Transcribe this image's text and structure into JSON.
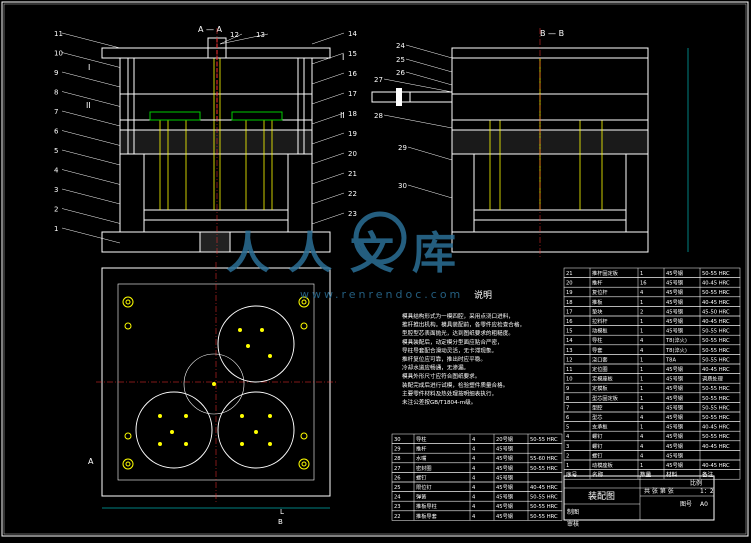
{
  "views": {
    "section_a": "A — A",
    "section_b": "B — B",
    "cut_i": "I",
    "cut_ii": "II",
    "mark_a": "A",
    "mark_b": "B",
    "dim_l": "L"
  },
  "balloons_left": [
    "11",
    "10",
    "9",
    "8",
    "7",
    "6",
    "5",
    "4",
    "3",
    "2",
    "1"
  ],
  "balloons_right": [
    "14",
    "15",
    "16",
    "17",
    "18",
    "19",
    "20",
    "21",
    "22",
    "23"
  ],
  "balloons_top": [
    "12",
    "13"
  ],
  "balloons_view_b": [
    "24",
    "25",
    "26",
    "27",
    "28",
    "29",
    "30"
  ],
  "notes": {
    "title": "说明",
    "lines": [
      "模具结构形式为一模四腔，采用点浇口进料，",
      "推杆推出机构。模具装配前，各零件应检查合格，",
      "型腔型芯表面抛光，达到图纸要求的粗糙度。",
      "模具装配后，动定模分型面应贴合严密，",
      "导柱导套配合滑动灵活，无卡滞现象。",
      "推杆复位应可靠，推出时应平稳。",
      "冷却水道应畅通，无渗漏。",
      "模具外形尺寸应符合图纸要求。",
      "装配完成后进行试模，检验塑件质量合格。",
      "主要零件材料及热处理按明细表执行，",
      "未注公差按GB/T1804-m级。"
    ]
  },
  "bom": {
    "headers": [
      "序号",
      "名称",
      "数量",
      "材料",
      "备注"
    ],
    "rows_right": [
      [
        "21",
        "推杆固定板",
        "1",
        "45号钢",
        "50-55 HRC"
      ],
      [
        "20",
        "推杆",
        "16",
        "45号钢",
        "40-45 HRC"
      ],
      [
        "19",
        "复位杆",
        "4",
        "45号钢",
        "50-55 HRC"
      ],
      [
        "18",
        "推板",
        "1",
        "45号钢",
        "40-45 HRC"
      ],
      [
        "17",
        "垫块",
        "2",
        "45号钢",
        "45-50 HRC"
      ],
      [
        "16",
        "拉料杆",
        "1",
        "45号钢",
        "40-45 HRC"
      ],
      [
        "15",
        "动模板",
        "1",
        "45号钢",
        "50-55 HRC"
      ],
      [
        "14",
        "导柱",
        "4",
        "T8(淬火)",
        "50-55 HRC"
      ],
      [
        "13",
        "导套",
        "4",
        "T8(淬火)",
        "50-55 HRC"
      ],
      [
        "12",
        "浇口套",
        "1",
        "T8A",
        "50-55 HRC"
      ],
      [
        "11",
        "定位圈",
        "1",
        "45号钢",
        "40-45 HRC"
      ],
      [
        "10",
        "定模座板",
        "1",
        "45号钢",
        "调质处理"
      ],
      [
        "9",
        "定模板",
        "1",
        "45号钢",
        "50-55 HRC"
      ],
      [
        "8",
        "型芯固定板",
        "1",
        "45号钢",
        "50-55 HRC"
      ],
      [
        "7",
        "型腔",
        "4",
        "45号钢",
        "50-55 HRC"
      ],
      [
        "6",
        "型芯",
        "4",
        "45号钢",
        "50-55 HRC"
      ],
      [
        "5",
        "支承板",
        "1",
        "45号钢",
        "40-45 HRC"
      ],
      [
        "4",
        "螺钉",
        "4",
        "45号钢",
        "50-55 HRC"
      ],
      [
        "3",
        "螺钉",
        "4",
        "45号钢",
        "40-45 HRC"
      ],
      [
        "2",
        "螺钉",
        "4",
        "45号钢",
        ""
      ],
      [
        "1",
        "动模座板",
        "1",
        "45号钢",
        "40-45 HRC"
      ]
    ],
    "rows_left": [
      [
        "30",
        "导柱",
        "4",
        "20号钢",
        "50-55 HRC"
      ],
      [
        "29",
        "推杆",
        "4",
        "45号钢",
        ""
      ],
      [
        "28",
        "水嘴",
        "4",
        "45号钢",
        "55-60 HRC"
      ],
      [
        "27",
        "密封圈",
        "4",
        "45号钢",
        "50-55 HRC"
      ],
      [
        "26",
        "螺钉",
        "4",
        "45号钢",
        ""
      ],
      [
        "25",
        "限位钉",
        "4",
        "45号钢",
        "40-45 HRC"
      ],
      [
        "24",
        "弹簧",
        "4",
        "45号钢",
        "50-55 HRC"
      ],
      [
        "23",
        "推板导柱",
        "4",
        "45号钢",
        "50-55 HRC"
      ],
      [
        "22",
        "推板导套",
        "4",
        "45号钢",
        "50-55 HRC"
      ]
    ]
  },
  "title_block": {
    "drawing_name": "装配图",
    "ratio_label": "比例",
    "ratio_value": "1：2",
    "sheet_label": "共 张 第 张",
    "drawn_by": "制图",
    "checked_by": "审核",
    "size_label": "图号",
    "size_value": "A0"
  },
  "watermark": {
    "cn": "人人文库",
    "url": "www.renrendoc.com"
  },
  "colors": {
    "background": "#000000",
    "line": "#ffffff",
    "accent": "#ffff00",
    "green": "#00cc00",
    "cyan": "#00ffff",
    "red": "#ff3030",
    "watermark": "#2b6f96"
  }
}
